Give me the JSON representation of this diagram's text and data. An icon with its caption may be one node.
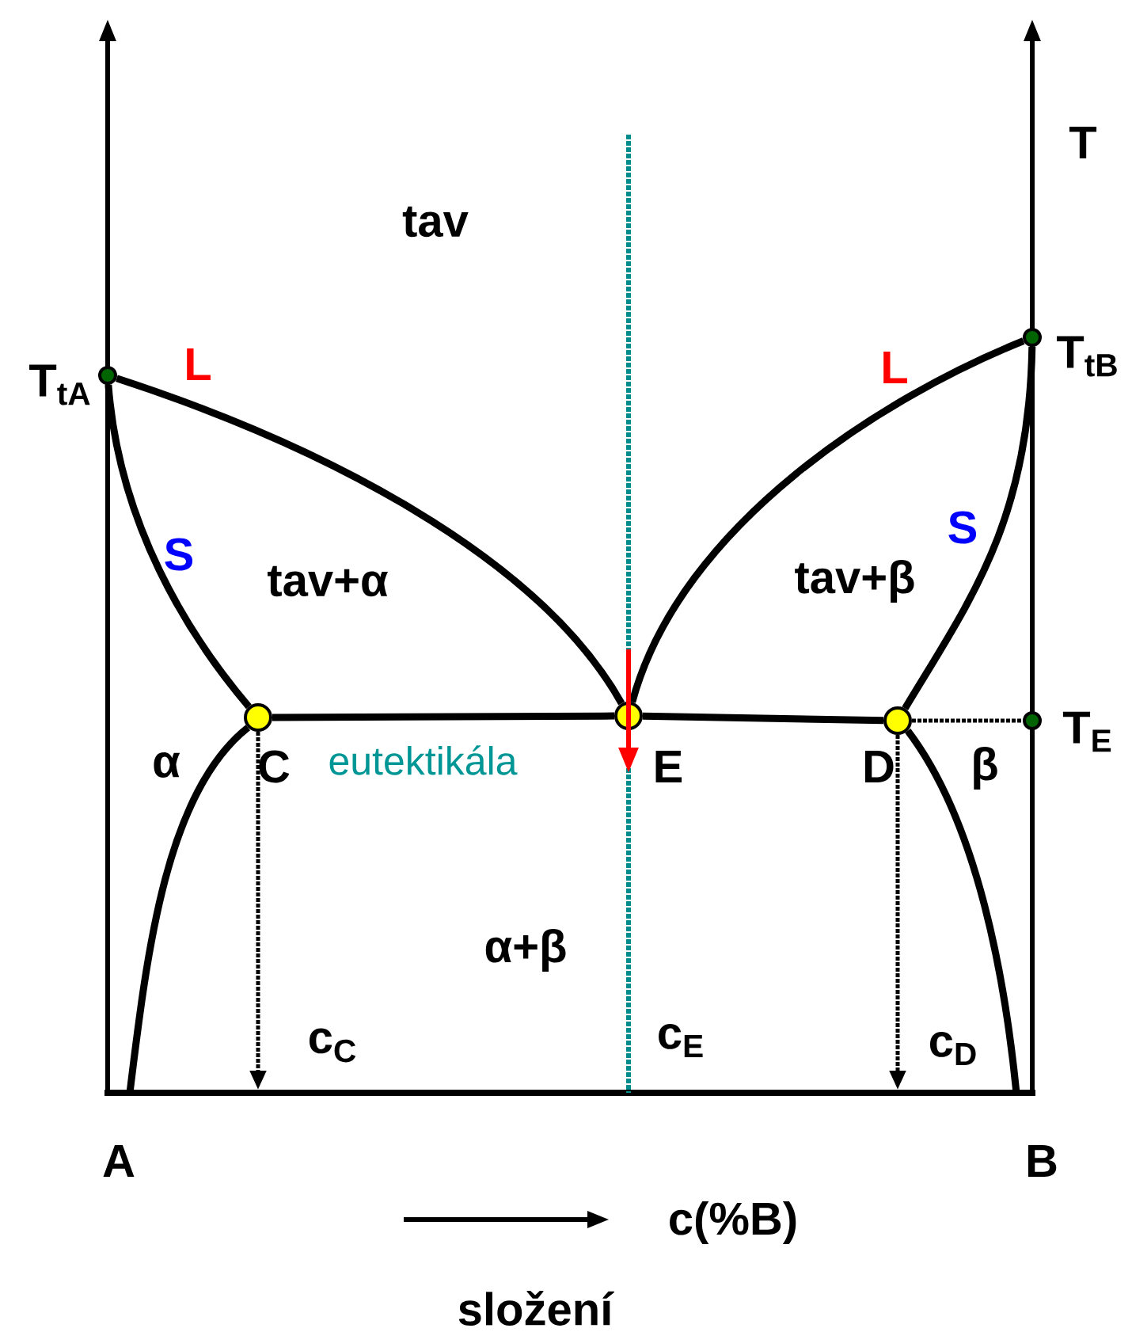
{
  "diagram": {
    "nodes": [
      {
        "text": [],
        "shape": "circle",
        "beside": [
          "T$_{tA}$"
        ]
      },
      {
        "text": [],
        "shape": "circle",
        "beside": [
          "T$_{tB}$"
        ]
      },
      {
        "text": [],
        "shape": "circle",
        "beside": [
          "C"
        ]
      },
      {
        "text": [],
        "shape": "circle",
        "beside": [
          "E"
        ]
      },
      {
        "text": [],
        "shape": "circle",
        "beside": [
          "D"
        ]
      },
      {
        "text": [],
        "shape": "circle",
        "beside": [
          "T$_{E}$"
        ]
      }
    ],
    "edges": [
      {
        "from": 0,
        "to": 3,
        "arrow": "none"
      },
      {
        "from": 0,
        "to": 2,
        "arrow": "none"
      },
      {
        "from": 3,
        "to": 1,
        "arrow": "none"
      },
      {
        "from": 4,
        "to": 1,
        "arrow": "none"
      },
      {
        "from": 2,
        "to": 3,
        "arrow": "none"
      },
      {
        "from": 3,
        "to": 4,
        "arrow": "none"
      },
      {
        "from": 4,
        "to": 5,
        "arrow": "none",
        "style": "dashed"
      },
      {
        "from": 2,
        "to": null,
        "arrow": "none"
      },
      {
        "from": 4,
        "to": null,
        "arrow": "none"
      },
      {
        "from": 2,
        "to": null,
        "arrow": "to",
        "style": "dashed"
      },
      {
        "from": 4,
        "to": null,
        "arrow": "to",
        "style": "dashed"
      }
    ],
    "labels": [
      "T",
      "tav",
      "L",
      "L",
      "S",
      "S",
      "tav+α",
      "tav+β",
      "α",
      "eutektikála",
      "β",
      "α+β",
      "c$_{C}$",
      "c$_{E}$",
      "c$_{D}$",
      "A",
      "B",
      "c(%B)",
      "složení"
    ]
  }
}
